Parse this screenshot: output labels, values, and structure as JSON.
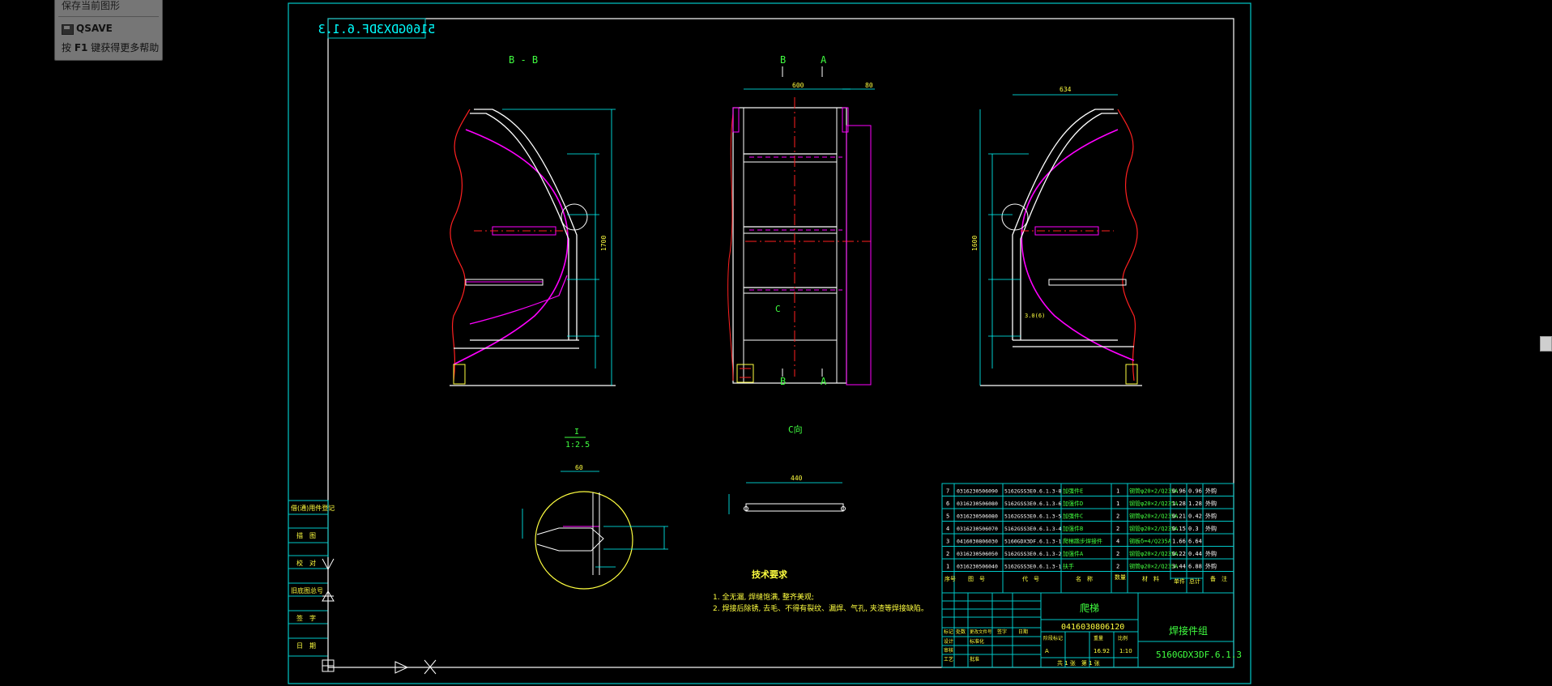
{
  "tooltip": {
    "line1": "保存当前图形",
    "command": "QSAVE",
    "help_prefix": "按",
    "help_key": "F1",
    "help_suffix": "键获得更多帮助"
  },
  "drawing": {
    "title_box": "5160GDX3DF.6.1.3",
    "views": {
      "section_bb": "B - B",
      "marker_b": "B",
      "marker_a": "A",
      "marker_c": "C",
      "detail_i_top": "I",
      "detail_i_scale": "1:2.5",
      "view_c": "C向"
    },
    "dims": {
      "width_600": "600",
      "dim_80": "80",
      "dim_634": "634",
      "dim_60": "60",
      "dim_440": "440",
      "dim_1700": "1700",
      "dim_1600": "1600",
      "dim_r": "3.0(6)"
    },
    "notes": {
      "title": "技术要求",
      "line1": "1. 全无漏, 焊缝饱满, 整齐美观;",
      "line2": "2. 焊接后除锈, 去毛、不得有裂纹、漏焊、气孔, 夹渣等焊接缺陷。"
    },
    "left_table": [
      "借(通)用件登记",
      "描　图",
      "校　对",
      "旧底图总号",
      "签　字",
      "日　期"
    ],
    "bom_headers": [
      "序号",
      "图　号",
      "代　号",
      "名　称",
      "数量",
      "材　料",
      "单件",
      "总计",
      "备　注"
    ],
    "bom": [
      [
        "7",
        "0316230506090",
        "5162GSS3E0.6.1.3-8",
        "加强件E",
        "1",
        "钢管φ20×2/Q235A",
        "0.96",
        "0.96",
        "外购"
      ],
      [
        "6",
        "0316230506080",
        "5162GSS3E0.6.1.3-6",
        "加强件D",
        "1",
        "钢管φ20×2/Q235A",
        "1.28",
        "1.28",
        "外购"
      ],
      [
        "5",
        "0316230506080",
        "5162GSS3E0.6.1.3-5",
        "加强件C",
        "2",
        "钢管φ20×2/Q235A",
        "0.21",
        "0.42",
        "外购"
      ],
      [
        "4",
        "0316230506070",
        "5162GSS3E0.6.1.3-4",
        "加强件B",
        "2",
        "钢管φ20×2/Q235A",
        "0.15",
        "0.3",
        "外购"
      ],
      [
        "3",
        "0416030806030",
        "5160GDX3DF.6.1.3-1",
        "爬梯踏步焊接件",
        "4",
        "钢板δ=4/Q235A",
        "1.66",
        "6.64",
        ""
      ],
      [
        "2",
        "0316230506050",
        "5162GSS3E0.6.1.3-2",
        "加强件A",
        "2",
        "钢管φ20×2/Q235A",
        "0.22",
        "0.44",
        "外购"
      ],
      [
        "1",
        "0316230506040",
        "5162GSS3E0.6.1.3-1",
        "扶手",
        "2",
        "钢管φ20×2/Q235A",
        "3.44",
        "6.88",
        "外购"
      ]
    ],
    "title_block": {
      "name": "爬梯",
      "code": "0416030806120",
      "drawing_no": "5160GDX3DF.6.1.3",
      "company": "焊接件组",
      "weight": "16.92",
      "scale": "1:10",
      "rev": "A",
      "sheet_info": "共 1 张　第 1 张",
      "row_labels": [
        "标记",
        "处数",
        "更改文件号",
        "签字",
        "日期"
      ],
      "sign_labels": [
        "设计",
        "审核",
        "工艺",
        "标准化",
        "批准"
      ],
      "header_labels": [
        "阶段标记",
        "重量",
        "比例"
      ]
    }
  },
  "colors": {
    "frame": "#00c8c8",
    "outline": "#ffffff",
    "red": "#ff2020",
    "magenta": "#ff00ff",
    "yellow": "#ffff40",
    "green": "#40ff40",
    "cyan": "#00ffff"
  }
}
